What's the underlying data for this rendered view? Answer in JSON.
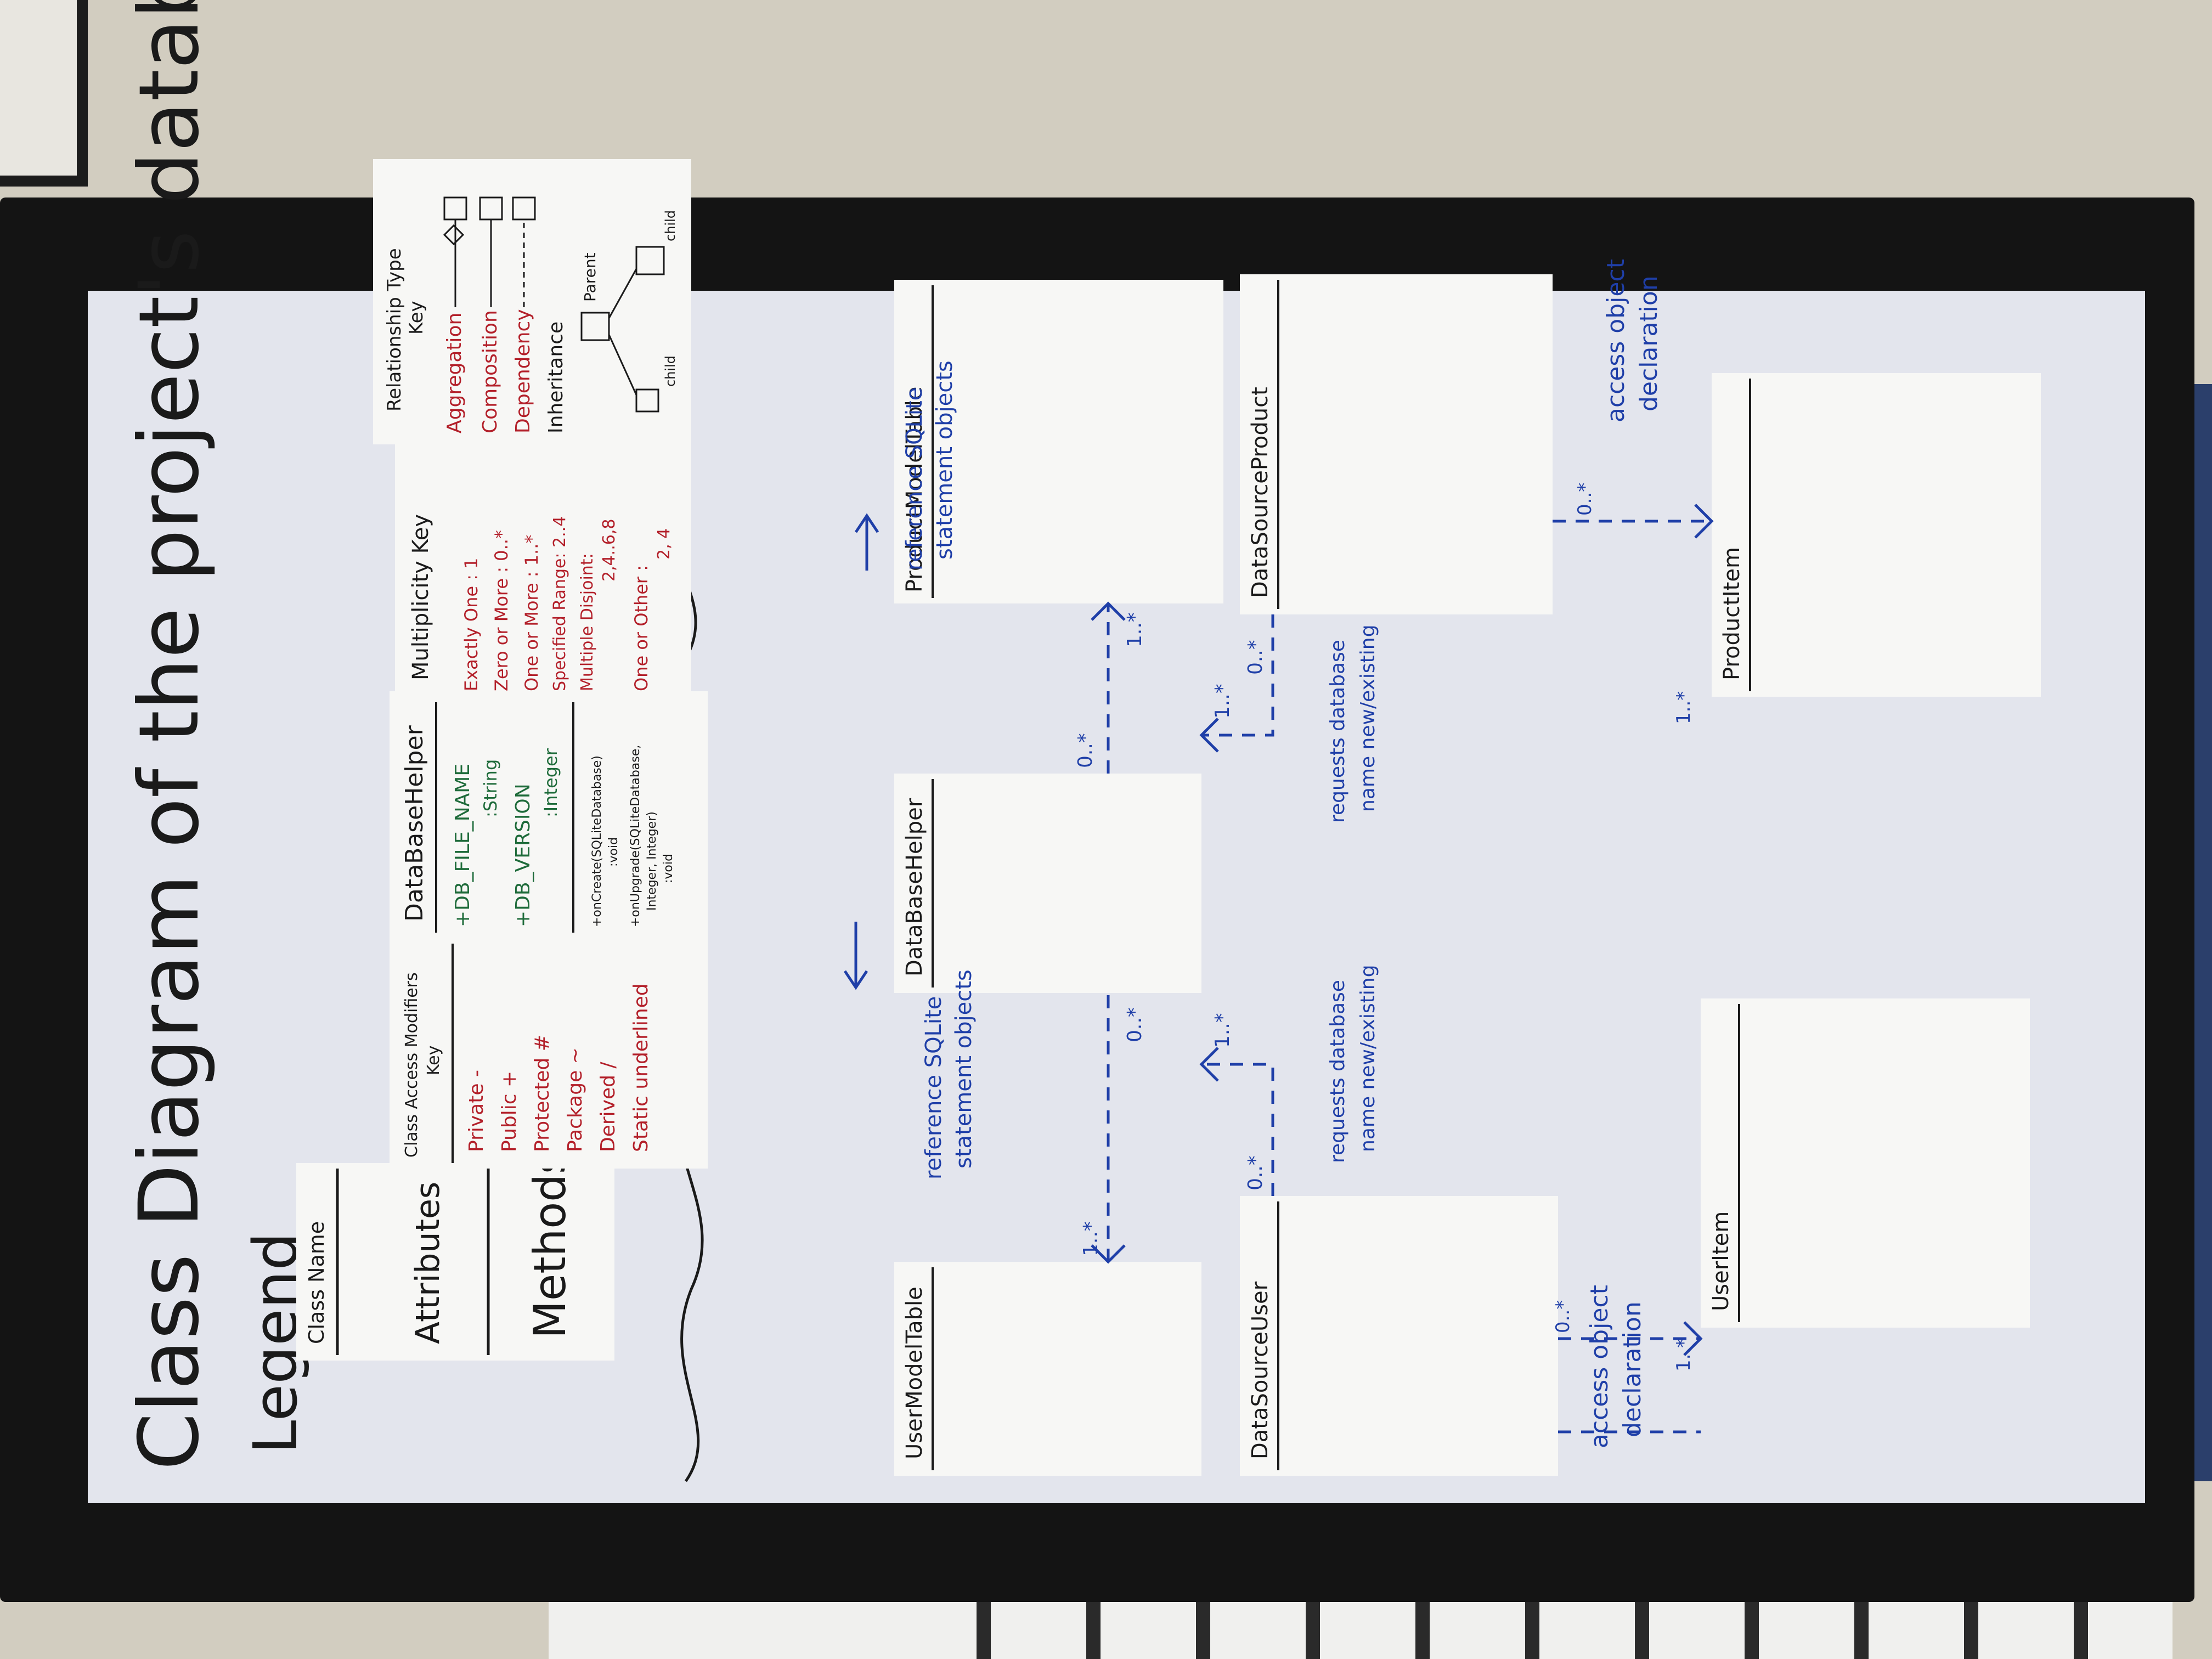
{
  "colors": {
    "wall": "#cfcabd",
    "frame": "#141414",
    "board": "#e4e6ee",
    "card": "#f7f7f5",
    "ink_black": "#1a1a1a",
    "ink_blue": "#1f3fa8",
    "ink_red": "#b3202a",
    "ink_green": "#1e6b3a"
  },
  "board": {
    "title": "Class Diagram of the project's database files",
    "legend_title": "Legend"
  },
  "legend": {
    "class_card": {
      "name": "Class Name",
      "attributes": "Attributes",
      "methods": "Methods"
    },
    "access_key": {
      "title_1": "Class Access Modifiers",
      "title_2": "Key",
      "items": [
        "Private -",
        "Public +",
        "Protected #",
        "Package ~",
        "Derived /",
        "Static underlined"
      ]
    },
    "example_class": {
      "name": "DataBaseHelper",
      "attr_1": "+DB_FILE_NAME",
      "attr_1_type": ":String",
      "attr_2": "+DB_VERSION",
      "attr_2_type": ":Integer",
      "method_1": "+onCreate(SQLiteDatabase)",
      "method_1_ret": ":void",
      "method_2": "+onUpgrade(SQLiteDatabase,",
      "method_2_cont": "Integer, Integer)",
      "method_2_ret": ":void"
    },
    "multiplicity_key": {
      "title": "Multiplicity Key",
      "items": [
        "Exactly One : 1",
        "Zero or More : 0..*",
        "One or More : 1..*",
        "Specified Range: 2..4",
        "Multiple Disjoint:",
        "2,4..6,8",
        "One or Other :",
        "2, 4"
      ]
    },
    "relationship_key": {
      "title_1": "Relationship Type",
      "title_2": "Key",
      "items": [
        "Aggregation",
        "Composition",
        "Dependency",
        "Inheritance"
      ],
      "parent": "Parent",
      "child_1": "child",
      "child_2": "child"
    }
  },
  "classes": {
    "user_model_table": "UserModelTable",
    "database_helper": "DataBaseHelper",
    "product_model_table": "ProductModelTable",
    "data_source_user": "DataSourceUser",
    "data_source_product": "DataSourceProduct",
    "user_item": "UserItem",
    "product_item": "ProductItem"
  },
  "labels": {
    "ref_sqlite_left_1": "reference SQLite",
    "ref_sqlite_left_2": "statement objects",
    "ref_sqlite_right_1": "reference SQLite",
    "ref_sqlite_right_2": "statement objects",
    "requests_left_1": "requests database",
    "requests_left_2": "name new/existing",
    "requests_right_1": "requests database",
    "requests_right_2": "name new/existing",
    "access_left_1": "access object",
    "access_left_2": "declaration",
    "access_right_1": "access object",
    "access_right_2": "declaration"
  },
  "multiplicities": {
    "umt_side": "1..*",
    "helper_left": "0..*",
    "helper_right": "0..*",
    "pmt_side": "1..*",
    "dsu_top": "0..*",
    "helper_bottom_left": "1..*",
    "helper_bottom_right": "1..*",
    "dsp_top": "0..*",
    "dsu_item_0": "0..*",
    "dsu_item_1": "1..*",
    "dsp_item_0": "0..*",
    "dsp_item_1": "1..*"
  }
}
